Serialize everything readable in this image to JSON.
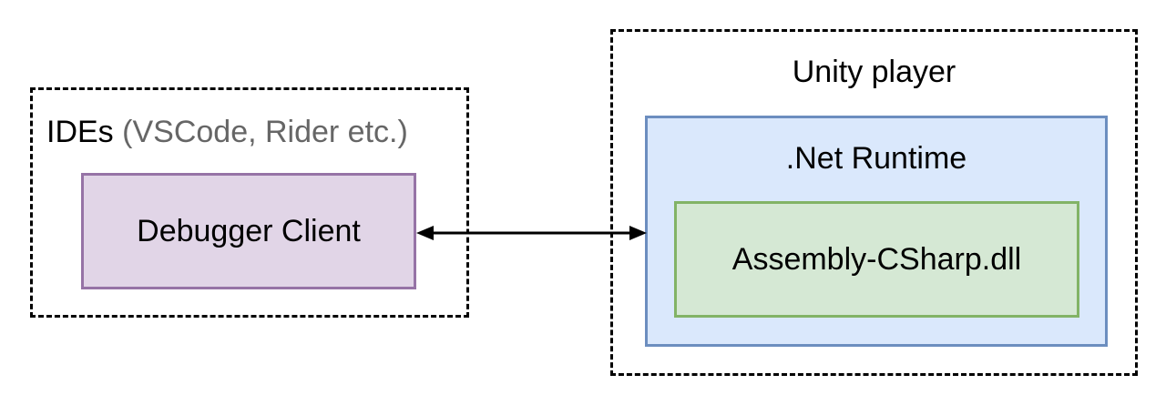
{
  "ide_group": {
    "title_main": "IDEs",
    "title_detail": "(VSCode, Rider etc.)"
  },
  "debugger_client": {
    "label": "Debugger Client"
  },
  "unity_player": {
    "title": "Unity player"
  },
  "net_runtime": {
    "label": ".Net Runtime"
  },
  "assembly": {
    "label": "Assembly-CSharp.dll"
  },
  "colors": {
    "debugger_fill": "#e1d5e7",
    "debugger_stroke": "#9673a6",
    "runtime_fill": "#dae8fc",
    "runtime_stroke": "#6c8ebf",
    "assembly_fill": "#d5e8d4",
    "assembly_stroke": "#82b366",
    "muted_text": "#666666"
  }
}
